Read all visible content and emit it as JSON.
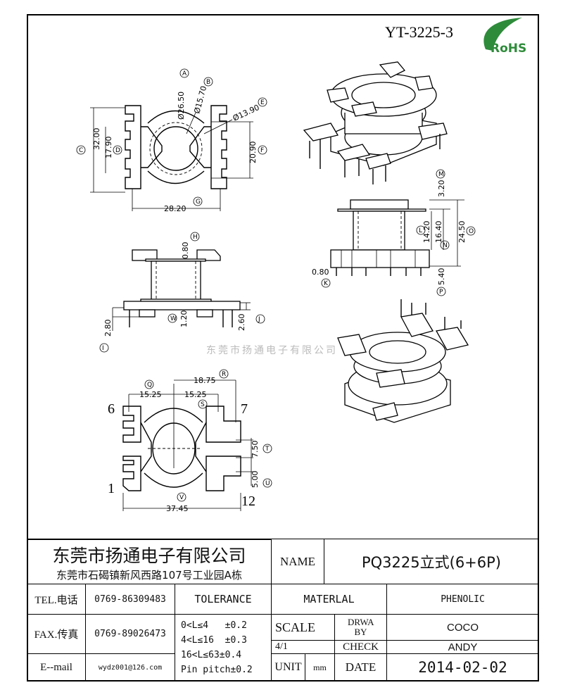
{
  "header": {
    "part_number": "YT-3225-3",
    "rohs_logo": "RoHS"
  },
  "watermark": "东莞市扬通电子有限公司",
  "top_view": {
    "labels": {
      "a": "A",
      "b": "B",
      "e": "E",
      "c": "C",
      "d": "D",
      "f": "F",
      "g": "G"
    },
    "dims": {
      "a": "Ø26.50",
      "b": "Ø15.70",
      "e": "Ø13.90",
      "c": "32.00",
      "d": "17.90",
      "f": "20.90",
      "g": "28.20"
    }
  },
  "front_view": {
    "labels": {
      "h": "H",
      "w": "W",
      "i": "I",
      "j": "J"
    },
    "dims": {
      "h": "0.80",
      "w": "1.20",
      "i": "2.80",
      "j": "2.60"
    }
  },
  "side_view": {
    "labels": {
      "m": "M",
      "l": "L",
      "n": "N",
      "o": "O",
      "k": "K",
      "p": "P"
    },
    "dims": {
      "m": "3.20",
      "l": "14.20",
      "n": "16.40",
      "o": "24.50",
      "k": "0.80",
      "p": "5.40"
    }
  },
  "bottom_view": {
    "labels": {
      "q": "Q",
      "r": "R",
      "s": "S",
      "t": "T",
      "u": "U",
      "v": "V"
    },
    "dims": {
      "q": "15.25",
      "s": "15.25",
      "r": "18.75",
      "t": "7.50",
      "u": "5.00",
      "v": "37.45"
    },
    "pins": {
      "p6": "6",
      "p7": "7",
      "p1": "1",
      "p12": "12"
    }
  },
  "title_block": {
    "company": "东莞市扬通电子有限公司",
    "address": "东莞市石碣镇新风西路107号工业园A栋",
    "name_label": "NAME",
    "name_value": "PQ3225立式(6+6P)",
    "tel_label": "TEL.电话",
    "tel_value": "0769-86309483",
    "fax_label": "FAX.传真",
    "fax_value": "0769-89026473",
    "email_label": "E--mail",
    "email_value": "wydz001@126.com",
    "tolerance_label": "TOLERANCE",
    "tolerances": [
      "0<L≤4   ±0.2",
      "4<L≤16  ±0.3",
      "16<L≤63±0.4",
      "Pin pitch±0.2"
    ],
    "material_label": "MATERLAL",
    "material_value": "PHENOLIC",
    "scale_label": "SCALE",
    "scale_value": "4/1",
    "drawn_by_label": "DRWA BY",
    "drawn_by_value": "COCO",
    "check_label": "CHECK",
    "check_value": "ANDY",
    "unit_label": "UNIT",
    "unit_value": "mm",
    "date_label": "DATE",
    "date_value": "2014-02-02"
  },
  "colors": {
    "rohs_green": "#2e8b3a",
    "line": "#000000"
  }
}
